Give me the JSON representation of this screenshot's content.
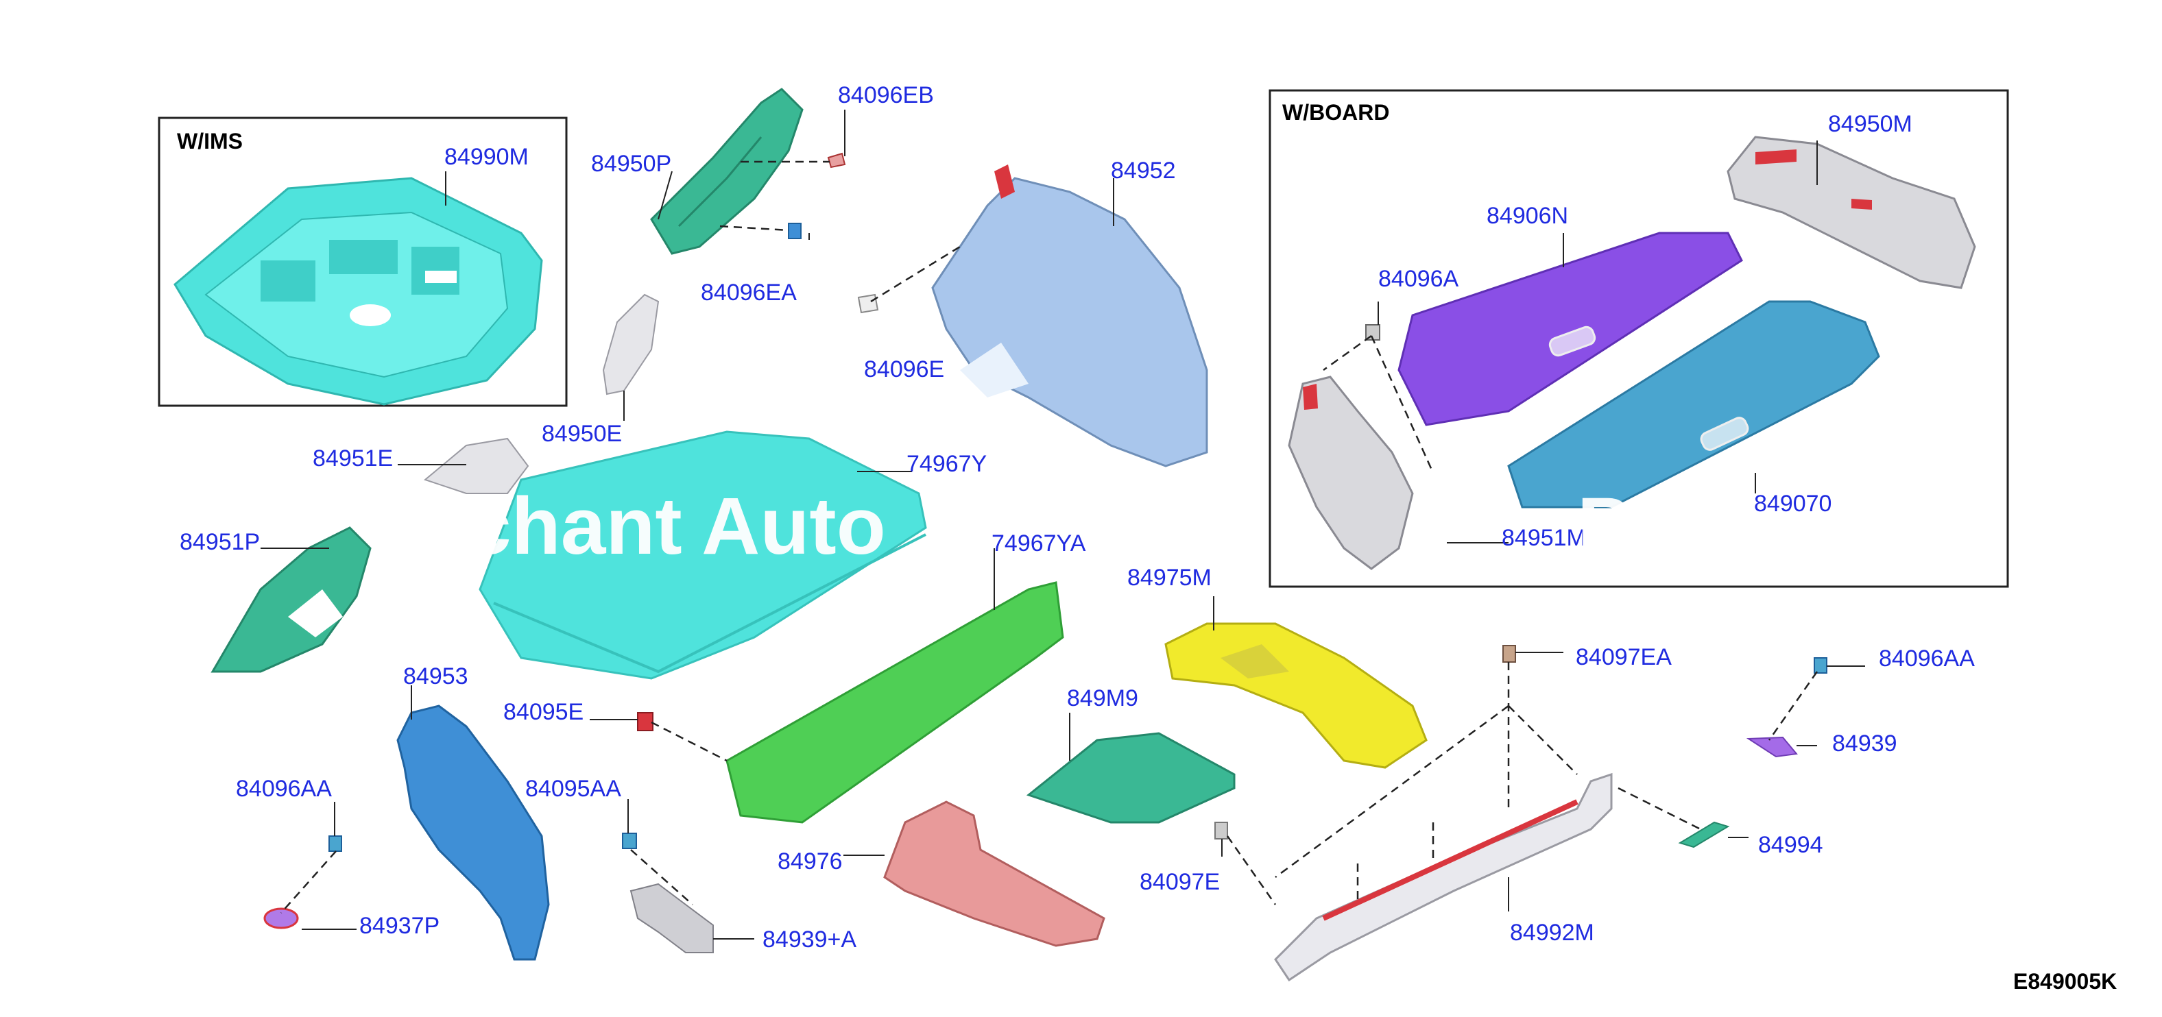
{
  "diagram": {
    "code": "E849005K",
    "watermark": "chant Auto",
    "watermark_tail": "PT",
    "groups": [
      {
        "title": "W/IMS"
      },
      {
        "title": "W/BOARD"
      }
    ],
    "colors": {
      "label": "#1f2be0",
      "cyan_part": "#4fe3dc",
      "teal_part": "#3ab894",
      "light_blue_part": "#a9c6ec",
      "blue_part": "#3f8fd6",
      "green_part": "#4fcf55",
      "yellow_part": "#f1ea2c",
      "pink_part": "#e89a9a",
      "purple_part": "#8a4fe6",
      "steel_blue_part": "#4aa5cf",
      "gray_part": "#d9d9dd",
      "red_accent": "#d9363e"
    },
    "parts": [
      {
        "label": "84990M"
      },
      {
        "label": "84950P"
      },
      {
        "label": "84096EB"
      },
      {
        "label": "84096EA"
      },
      {
        "label": "84952"
      },
      {
        "label": "84096E"
      },
      {
        "label": "84950E"
      },
      {
        "label": "84951E"
      },
      {
        "label": "74967Y"
      },
      {
        "label": "84951P"
      },
      {
        "label": "74967YA"
      },
      {
        "label": "84975M"
      },
      {
        "label": "84953"
      },
      {
        "label": "84095E"
      },
      {
        "label": "849M9"
      },
      {
        "label": "84096AA"
      },
      {
        "label": "84095AA"
      },
      {
        "label": "84976"
      },
      {
        "label": "84097E"
      },
      {
        "label": "84937P"
      },
      {
        "label": "84939+A"
      },
      {
        "label": "84097EA"
      },
      {
        "label": "84096AA"
      },
      {
        "label": "84939"
      },
      {
        "label": "84994"
      },
      {
        "label": "84992M"
      },
      {
        "label": "84950M"
      },
      {
        "label": "84906N"
      },
      {
        "label": "84096A"
      },
      {
        "label": "849070"
      },
      {
        "label": "84951M"
      }
    ]
  }
}
